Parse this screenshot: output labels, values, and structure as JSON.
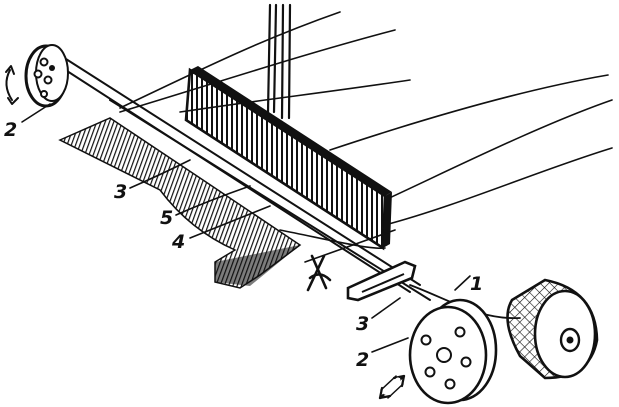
{
  "diagram": {
    "labels": {
      "left_spool": "2",
      "upper_tube": "3",
      "strip_5": "5",
      "strip_4": "4",
      "right_guide": "3",
      "right_spool": "2",
      "thread_1": "1"
    },
    "colors": {
      "ink": "#111111",
      "background": "#ffffff"
    },
    "icons": [
      "rotate-arrow-icon",
      "double-arrow-icon",
      "cross-mark-icon"
    ]
  }
}
